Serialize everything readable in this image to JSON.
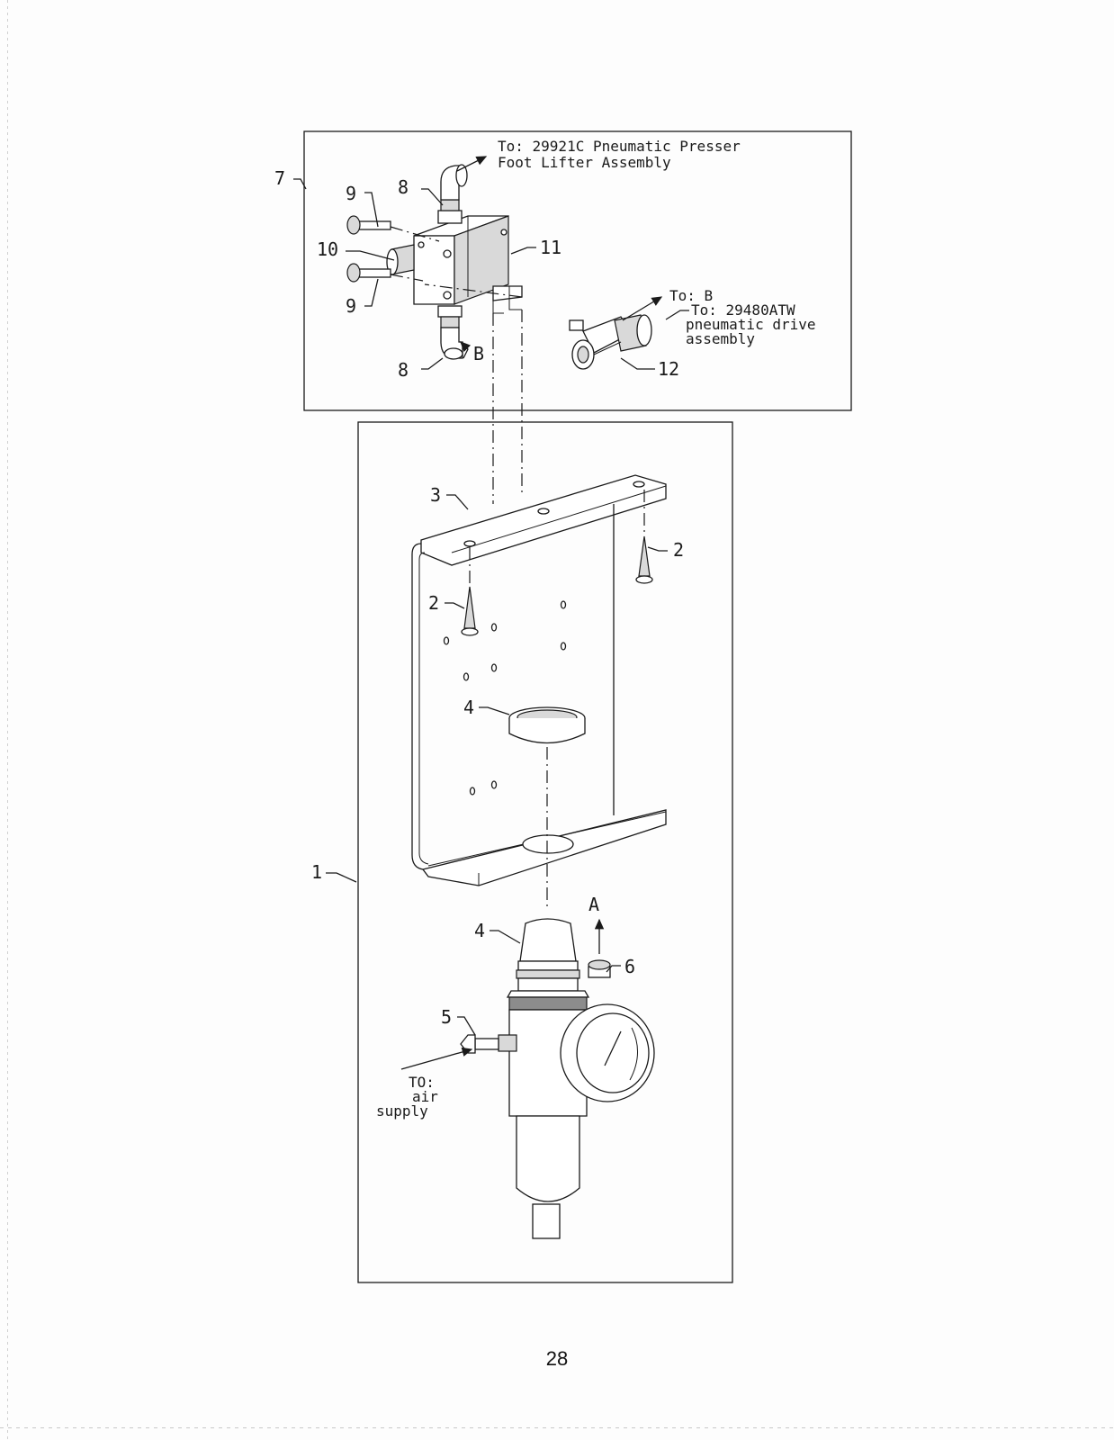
{
  "callouts": {
    "c1": "1",
    "c2a": "2",
    "c2b": "2",
    "c3": "3",
    "c4a": "4",
    "c4b": "4",
    "c5": "5",
    "c6": "6",
    "c7": "7",
    "c8a": "8",
    "c8b": "8",
    "c9a": "9",
    "c9b": "9",
    "c10": "10",
    "c11": "11",
    "c12": "12",
    "cA": "A",
    "cB": "B"
  },
  "notes": {
    "presser_line1": "To: 29921C Pneumatic Presser",
    "presser_line2": "Foot Lifter Assembly",
    "to_b": "To: B",
    "drive_line1": "To: 29480ATW",
    "drive_line2": "pneumatic drive",
    "drive_line3": "assembly",
    "air_line1": "TO:",
    "air_line2": "air",
    "air_line3": "supply"
  },
  "page_number": "28"
}
